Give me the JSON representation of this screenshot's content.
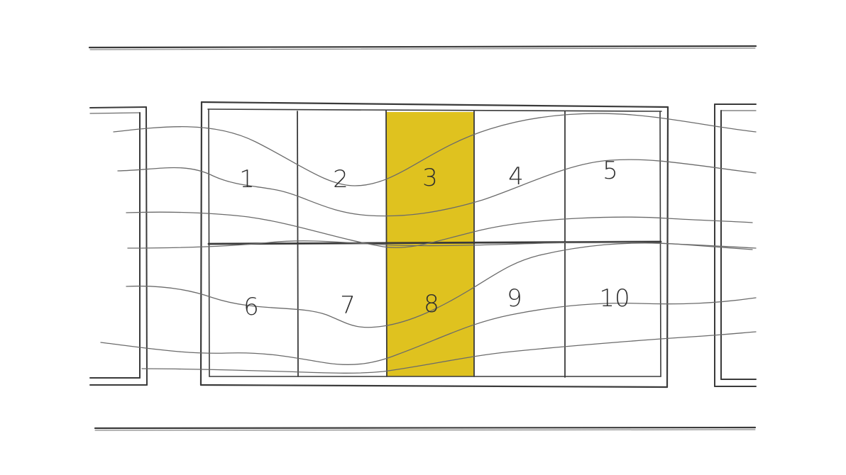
{
  "diagram": {
    "cells": [
      {
        "label": "1",
        "highlighted": false
      },
      {
        "label": "2",
        "highlighted": false
      },
      {
        "label": "3",
        "highlighted": true
      },
      {
        "label": "4",
        "highlighted": false
      },
      {
        "label": "5",
        "highlighted": false
      },
      {
        "label": "6",
        "highlighted": false
      },
      {
        "label": "7",
        "highlighted": false
      },
      {
        "label": "8",
        "highlighted": true
      },
      {
        "label": "9",
        "highlighted": false
      },
      {
        "label": "10",
        "highlighted": false
      }
    ],
    "rows": 2,
    "columns": 5,
    "colors": {
      "highlight": "#dfc21f",
      "pencil": "#3a3a3a",
      "background": "#ffffff"
    }
  }
}
